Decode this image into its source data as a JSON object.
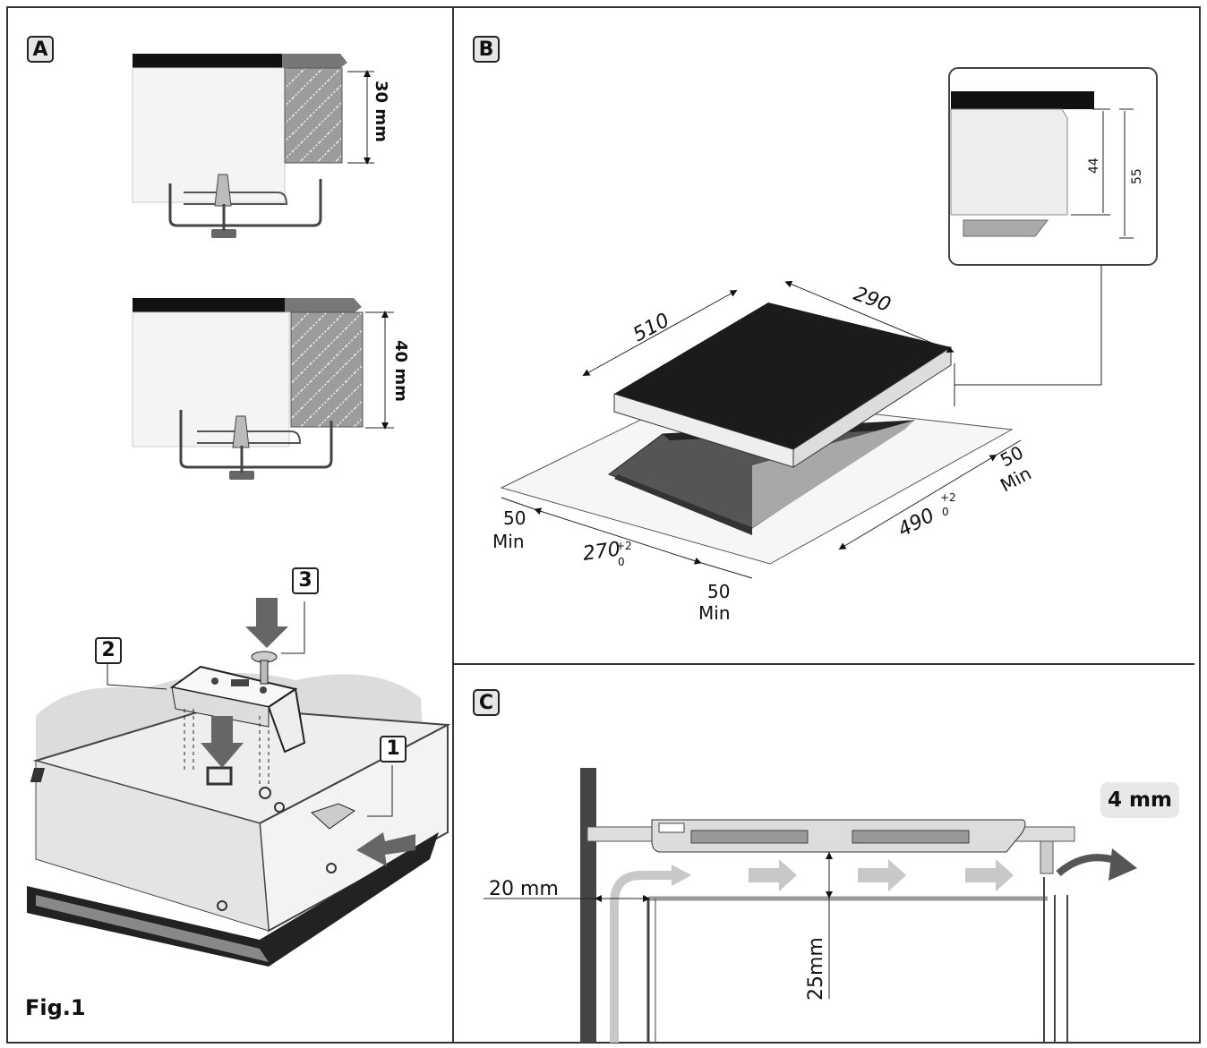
{
  "figure": {
    "label": "Fig.1",
    "panels": {
      "a": {
        "label": "A",
        "dimension_top": "30 mm",
        "dimension_mid": "40 mm",
        "parts": [
          "1",
          "2",
          "3"
        ]
      },
      "b": {
        "label": "B",
        "width_dim": "510",
        "depth_dim": "290",
        "cutout_width": "490",
        "cutout_width_tol_upper": "+2",
        "cutout_width_tol_lower": "0",
        "cutout_depth": "270",
        "cutout_depth_tol_upper": "+2",
        "cutout_depth_tol_lower": "0",
        "clearance_value": "50",
        "clearance_unit": "Min",
        "inset_dim_inner": "44",
        "inset_dim_outer": "55"
      },
      "c": {
        "label": "C",
        "gap_label": "4 mm",
        "side_clearance": "20 mm",
        "under_clearance": "25mm"
      }
    }
  }
}
